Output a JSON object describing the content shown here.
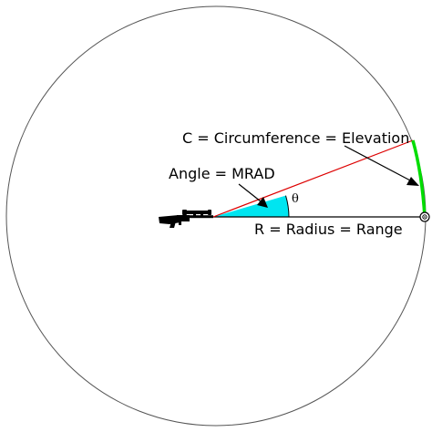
{
  "labels": {
    "circumference": "C = Circumference = Elevation",
    "angle": "Angle = MRAD",
    "radius": "R = Radius = Range",
    "theta": "θ"
  },
  "icons": {
    "shooter": "rifle-icon",
    "target": "target-icon"
  },
  "colors": {
    "circle": "#555555",
    "radius_line": "#000000",
    "angle_line": "#dd0000",
    "angle_fill": "#00e5f0",
    "arc_highlight": "#00dd00",
    "arrow": "#000000"
  }
}
